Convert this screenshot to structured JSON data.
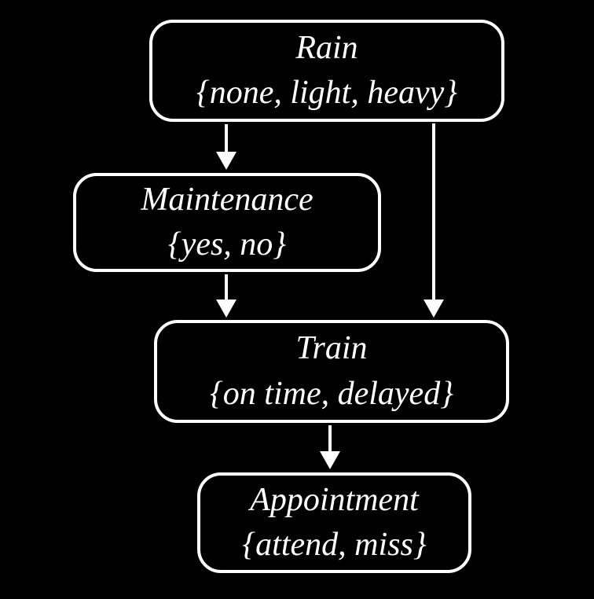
{
  "diagram": {
    "type": "bayesian-network",
    "nodes": [
      {
        "id": "rain",
        "name": "Rain",
        "domain": "{none, light, heavy}"
      },
      {
        "id": "maintenance",
        "name": "Maintenance",
        "domain": "{yes, no}"
      },
      {
        "id": "train",
        "name": "Train",
        "domain": "{on time, delayed}"
      },
      {
        "id": "appointment",
        "name": "Appointment",
        "domain": "{attend, miss}"
      }
    ],
    "edges": [
      {
        "from": "Rain",
        "to": "Maintenance"
      },
      {
        "from": "Rain",
        "to": "Train"
      },
      {
        "from": "Maintenance",
        "to": "Train"
      },
      {
        "from": "Train",
        "to": "Appointment"
      }
    ],
    "colors": {
      "background": "#000000",
      "node_fill": "#000000",
      "node_border": "#ffffff",
      "text": "#ffffff",
      "arrow": "#ffffff"
    }
  }
}
